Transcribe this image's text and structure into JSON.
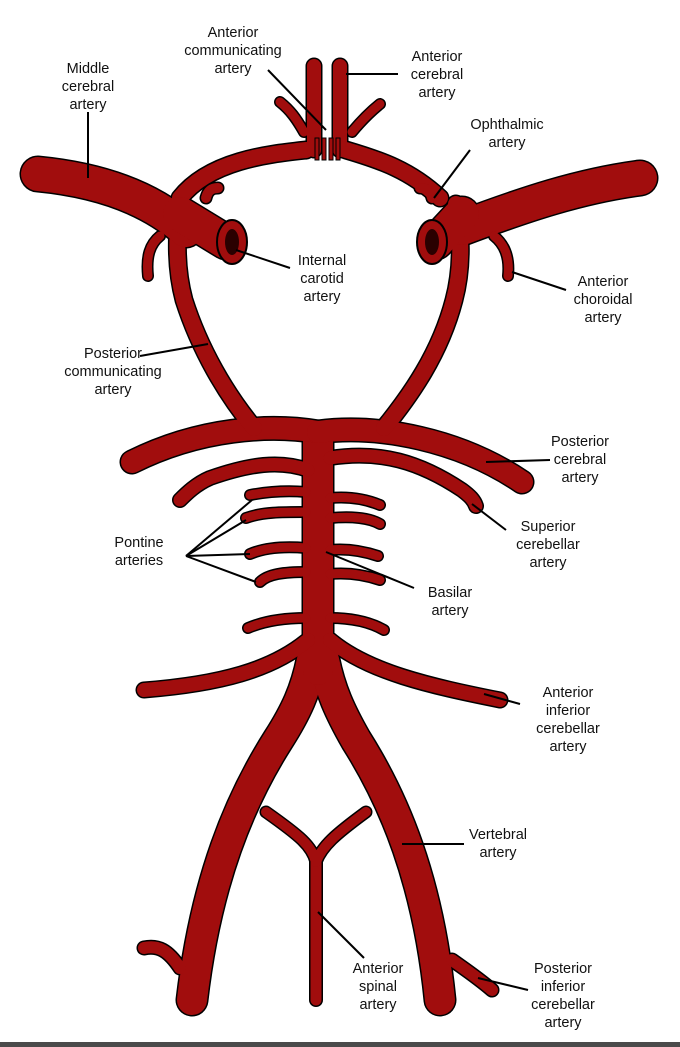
{
  "colors": {
    "artery": "#a10d0d",
    "outline": "#000000",
    "lumen": "#2a0000",
    "background": "#ffffff"
  },
  "labels": {
    "anterior_communicating": "Anterior\ncommunicating\nartery",
    "anterior_cerebral": "Anterior\ncerebral\nartery",
    "middle_cerebral": "Middle\ncerebral\nartery",
    "ophthalmic": "Ophthalmic\nartery",
    "internal_carotid": "Internal\ncarotid\nartery",
    "anterior_choroidal": "Anterior\nchoroidal\nartery",
    "posterior_communicating": "Posterior\ncommunicating\nartery",
    "posterior_cerebral": "Posterior\ncerebral\nartery",
    "superior_cerebellar": "Superior\ncerebellar\nartery",
    "pontine": "Pontine\narteries",
    "basilar": "Basilar\nartery",
    "anterior_inferior_cerebellar": "Anterior\ninferior\ncerebellar\nartery",
    "vertebral": "Vertebral\nartery",
    "anterior_spinal": "Anterior\nspinal\nartery",
    "posterior_inferior_cerebellar": "Posterior\ninferior\ncerebellar\nartery"
  }
}
